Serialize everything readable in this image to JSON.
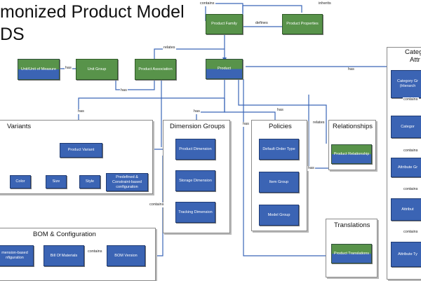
{
  "title": {
    "line1": "monized Product Model",
    "line2": "DS"
  },
  "groups": {
    "variants": "Variants",
    "dimension_groups": "Dimension Groups",
    "policies": "Policies",
    "relationships": "Relationships",
    "bom": "BOM & Configuration",
    "translations": "Translations",
    "category": {
      "line1": "Categ",
      "line2": "Attr"
    }
  },
  "nodes": {
    "product_family": "Product Family",
    "product_properties": "Product Properties",
    "uom": "Unit/Unit of Measure",
    "unit_group": "Unit Group",
    "product_association": "Product Association",
    "product": "Product",
    "product_variant": "Product Variant",
    "color": "Color",
    "size": "Size",
    "style": "Style",
    "predefined": "Predefined & Constraint-based configuration",
    "product_dimension": "Product Dimension",
    "storage_dimension": "Storage Dimension",
    "tracking_dimension": "Tracking Dimension",
    "default_order_type": "Default Order Type",
    "item_group": "Item Group",
    "model_group": "Model Group",
    "product_relationship": "Product Relationship",
    "dimension_based_config": "mension-based nfiguration",
    "bill_of_materials": "Bill Of Materials",
    "bom_version": "BOM Version",
    "product_translations": "Product Translations",
    "category_group": "Category Gr (Hierarch",
    "category": "Categor",
    "attribute_group": "Attribute Gr",
    "attribute": "Attribut",
    "attribute_type": "Attribute Ty"
  },
  "labels": {
    "contains_top": "contains",
    "inherits": "inherits",
    "defines": "defines",
    "relates_top": "relates",
    "has_uom": "has",
    "has_product_assoc": "has",
    "has_cat": "has",
    "has_variants": "has",
    "has_dim": "has",
    "has_policies": "has",
    "has_mid": "has",
    "relates_rel": "relates",
    "has_rel": "has",
    "contains_dim": "contains",
    "contains_bom": "contains",
    "contains_c1": "contains",
    "contains_c2": "contains",
    "contains_c3": "contains",
    "contains_c4": "contains"
  },
  "colors": {
    "blue": "#3b64b4",
    "green": "#58934a",
    "line": "#3a66b8"
  }
}
